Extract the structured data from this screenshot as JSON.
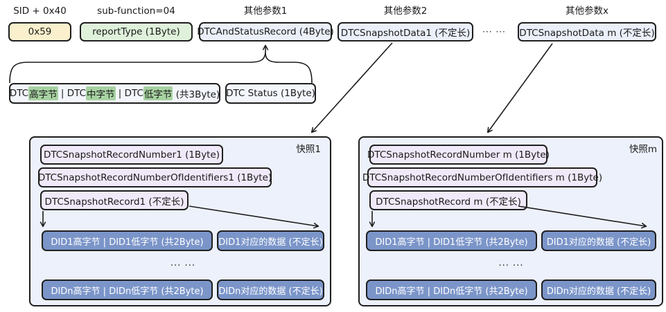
{
  "colors": {
    "sid_fill": "#fbf0cd",
    "report_fill": "#dff1db",
    "param_fill": "#eaeff9",
    "panel_fill": "#edf1fb",
    "inner_fill": "#f0e9f9",
    "did_fill": "#7b95c9",
    "highlight_green": "#a7d2a1",
    "line": "#1c1c1c"
  },
  "top_row": {
    "sid_label": "SID + 0x40",
    "sid_byte": "0x59",
    "subfunction_label": "sub-function=04",
    "report_type": "reportType (1Byte)",
    "param1_label": "其他参数1",
    "dtc_and_status_record": "DTCAndStatusRecord (4Byte)",
    "param2_label": "其他参数2",
    "snapshot_data_1": "DTCSnapshotData1 (不定长)",
    "ellipsis": "··· ···",
    "paramx_label": "其他参数x",
    "snapshot_data_m": "DTCSnapshotData m (不定长)"
  },
  "dtc_row": {
    "p1": "DTC",
    "h1": "高字节",
    "p2": " | DTC",
    "h2": "中字节",
    "p3": " | DTC",
    "h3": "低字节",
    "p4": " (共3Byte)",
    "status": "DTC Status (1Byte)"
  },
  "snapshot_1": {
    "corner_label": "快照1",
    "record_number": "DTCSnapshotRecordNumber1 (1Byte)",
    "number_of_identifiers": "DTCSnapshotRecordNumberOfIdentifiers1 (1Byte)",
    "record": "DTCSnapshotRecord1 (不定长)",
    "did_first_id": "DID1高字节 | DID1低字节 (共2Byte)",
    "did_first_data": "DID1对应的数据 (不定长)",
    "ellipsis": "... ...",
    "did_n_id": "DIDn高字节 | DIDn低字节 (共2Byte)",
    "did_n_data": "DIDn对应的数据 (不定长)"
  },
  "snapshot_m": {
    "corner_label": "快照m",
    "record_number": "DTCSnapshotRecordNumber m (1Byte)",
    "number_of_identifiers": "DTCSnapshotRecordNumberOfIdentifiers m (1Byte)",
    "record": "DTCSnapshotRecord m (不定长)",
    "did_first_id": "DID1高字节 | DID1低字节 (共2Byte)",
    "did_first_data": "DID1对应的数据 (不定长)",
    "ellipsis": "... ...",
    "did_n_id": "DIDn高字节 | DIDn低字节 (共2Byte)",
    "did_n_data": "DIDn对应的数据 (不定长)"
  }
}
